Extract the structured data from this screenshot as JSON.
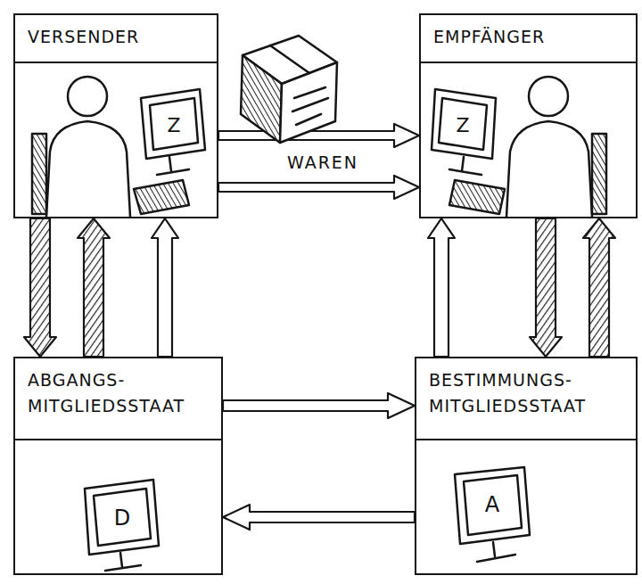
{
  "diagram": {
    "nodes": [
      {
        "text": [
          "VERSENDER"
        ]
      },
      {
        "text": [
          "EMPFÄNGER"
        ]
      },
      {
        "text": [
          "ABGANGS- MITGLIEDSSTAAT"
        ]
      },
      {
        "text": [
          "BESTIMMUNGS- MITGLIEDSSTAAT"
        ]
      }
    ],
    "edges": [
      {
        "from": 0,
        "to": 1,
        "arrow": "to",
        "label": "WAREN"
      },
      {
        "from": 0,
        "to": 1,
        "arrow": "to"
      },
      {
        "from": 0,
        "to": 2,
        "arrow": "to"
      },
      {
        "from": 2,
        "to": 0,
        "arrow": "to"
      },
      {
        "from": 2,
        "to": 0,
        "arrow": "to"
      },
      {
        "from": 3,
        "to": 1,
        "arrow": "to"
      },
      {
        "from": 1,
        "to": 3,
        "arrow": "to"
      },
      {
        "from": 3,
        "to": 1,
        "arrow": "to"
      },
      {
        "from": 2,
        "to": 3,
        "arrow": "to"
      },
      {
        "from": 3,
        "to": 2,
        "arrow": "to"
      }
    ],
    "labels": [
      "Z",
      "Z",
      "D",
      "A"
    ]
  }
}
